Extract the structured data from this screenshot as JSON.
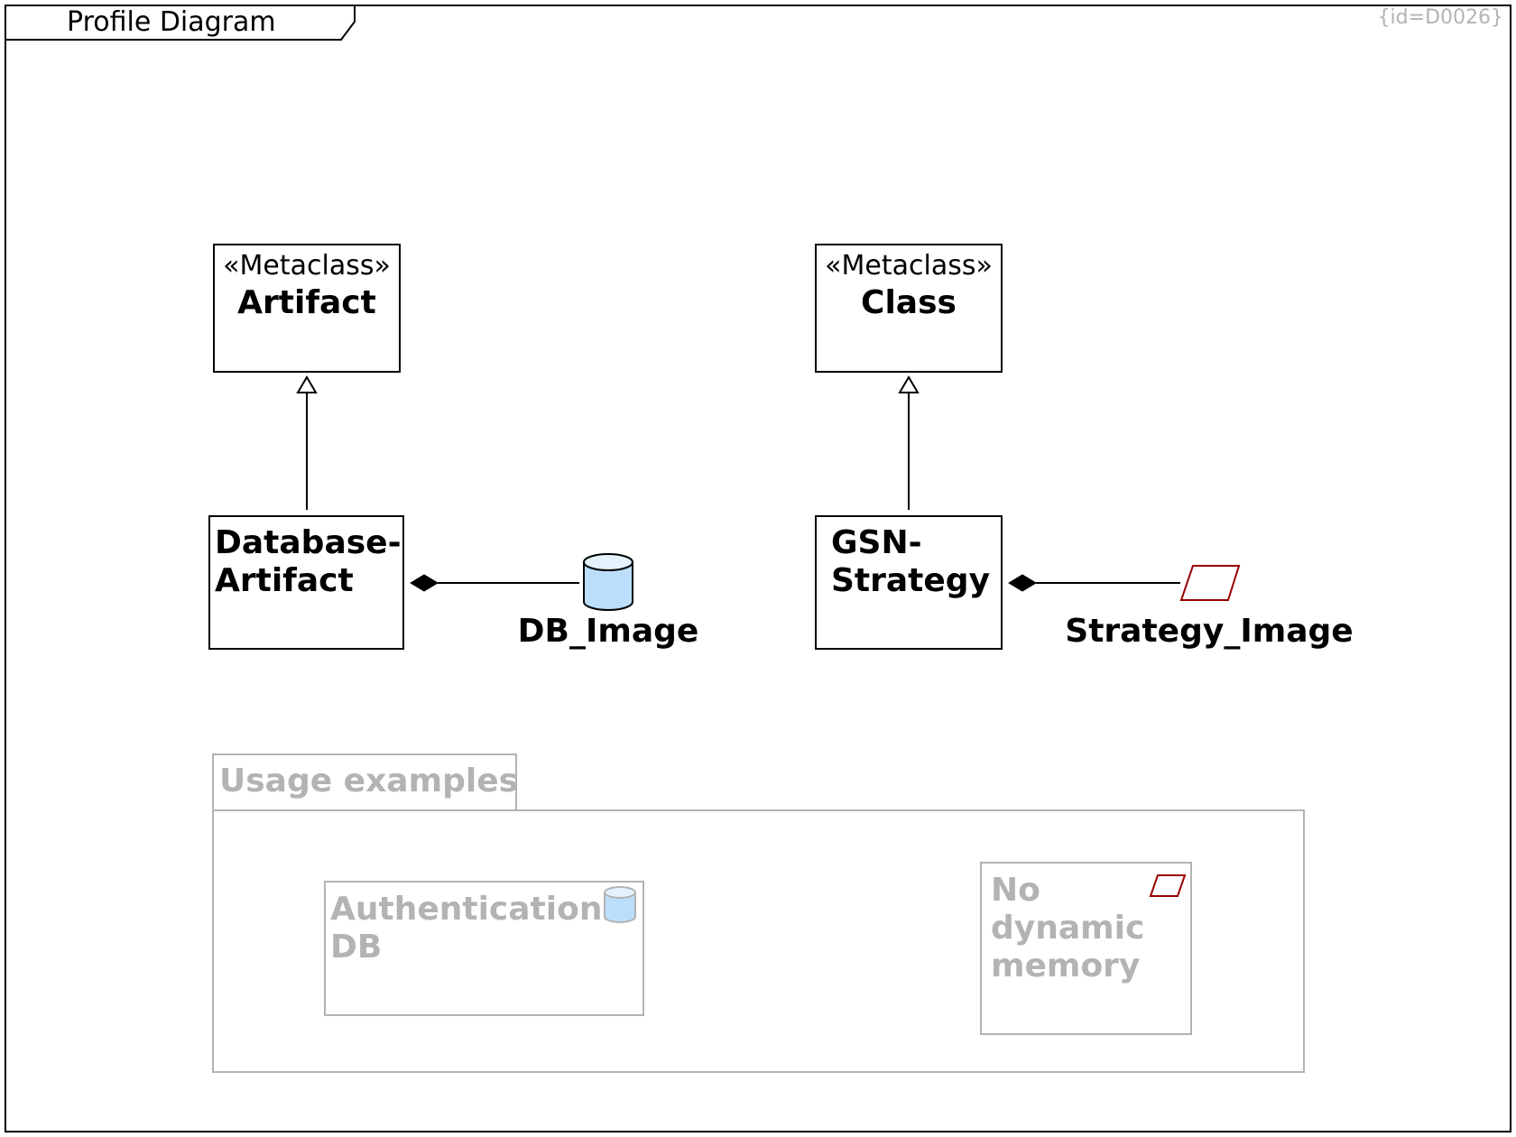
{
  "frame": {
    "title": "Profile Diagram",
    "id_label": "{id=D0026}"
  },
  "metaclasses": [
    {
      "stereotype": "«Metaclass»",
      "name": "Artifact"
    },
    {
      "stereotype": "«Metaclass»",
      "name": "Class"
    }
  ],
  "stereotypes": [
    {
      "name_lines": [
        "Database-",
        "Artifact"
      ],
      "image_label": "DB_Image",
      "image_icon": "database-cylinder-icon"
    },
    {
      "name_lines": [
        "GSN-",
        "Strategy"
      ],
      "image_label": "Strategy_Image",
      "image_icon": "parallelogram-icon"
    }
  ],
  "usage_package": {
    "title": "Usage examples",
    "examples": [
      {
        "name_lines": [
          "Authentication",
          "DB"
        ],
        "icon": "database-cylinder-icon"
      },
      {
        "name_lines": [
          "No",
          "dynamic",
          "memory"
        ],
        "icon": "parallelogram-icon"
      }
    ]
  },
  "colors": {
    "cylinder_fill": "#bbdefb",
    "cylinder_top": "#e3f2fd",
    "strategy_stroke": "#990000",
    "grey": "#b3b3b3",
    "line": "#000000"
  }
}
